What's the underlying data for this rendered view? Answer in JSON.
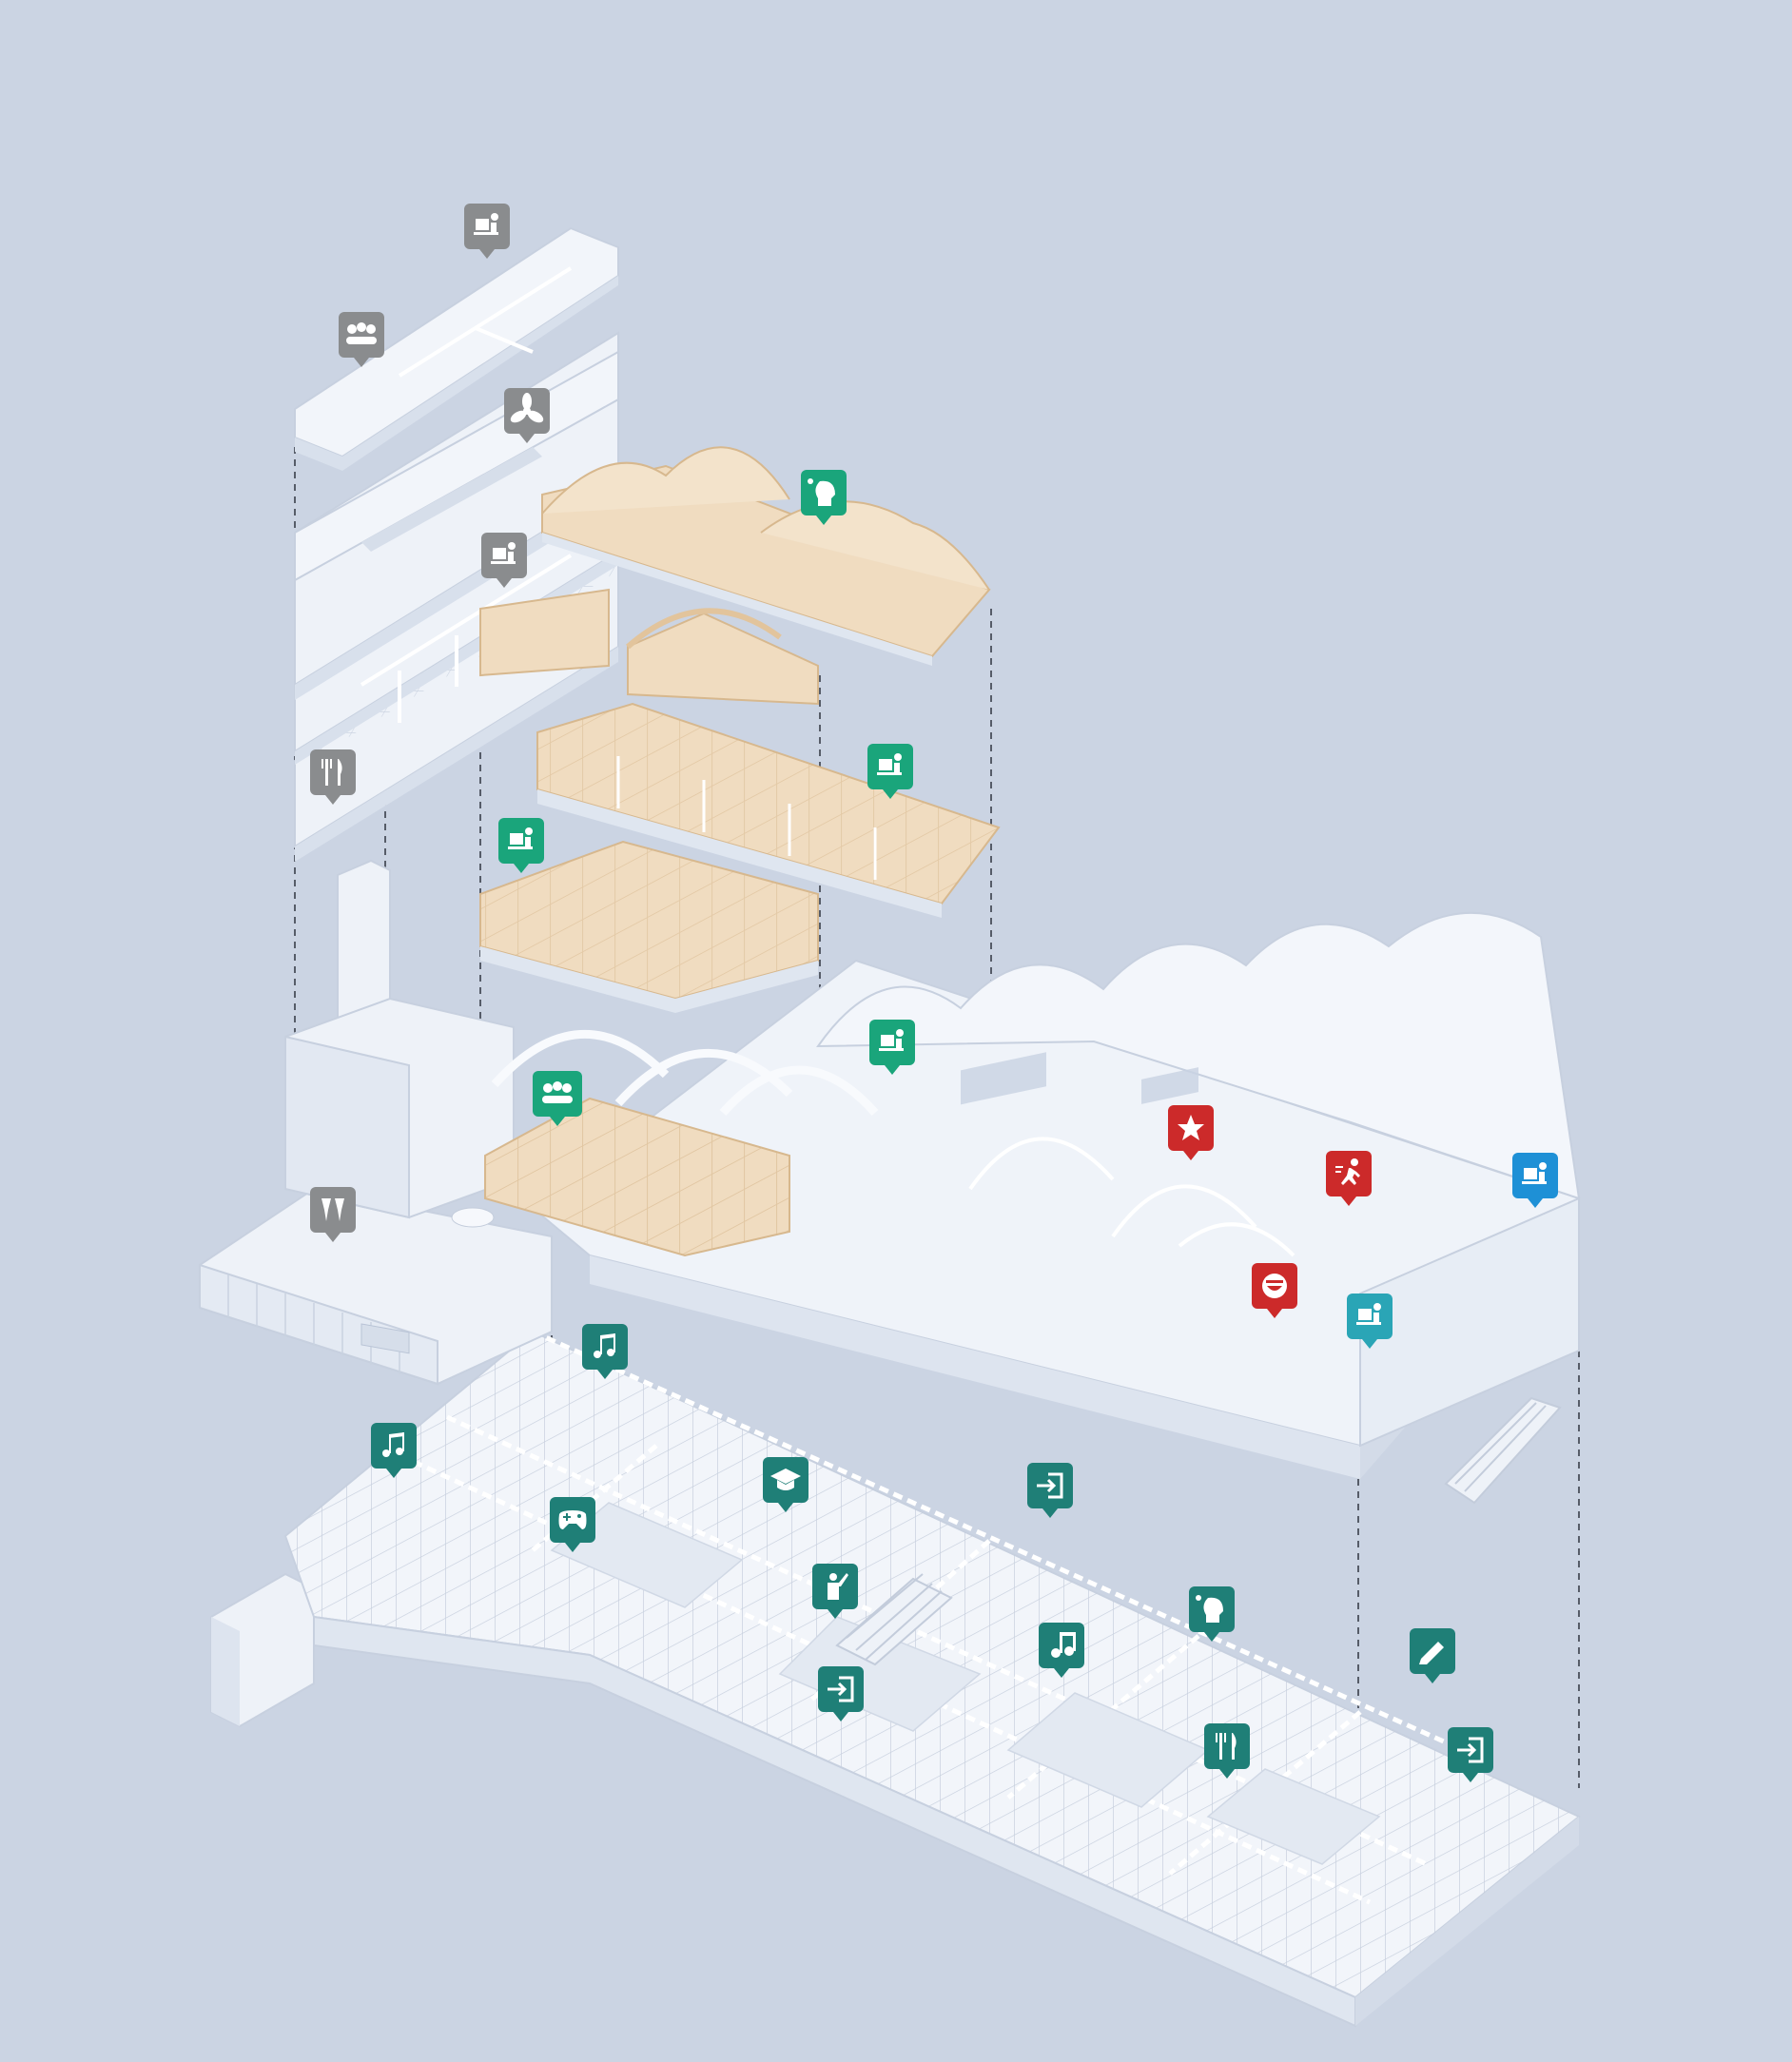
{
  "colors": {
    "background": "#cbd4e3",
    "floor_top": "#f4f7fc",
    "floor_side_left": "#e2e8f2",
    "floor_side_right": "#d8e0ec",
    "room_fill": "#e8edf5",
    "room_line": "#b9c4d6",
    "wood": "#f0dcc0",
    "wood_dark": "#e2c49c",
    "guide_line": "#3a3f4a",
    "pin_gray": "#8a8c8e",
    "pin_green": "#1aa57b",
    "pin_teal": "#1f7f77",
    "pin_red": "#cc2a2a",
    "pin_cyan": "#2aa5b6",
    "pin_blue": "#1e90d6",
    "pin_glyph": "#ffffff"
  },
  "diagram": {
    "upper_stack": {
      "levels": [
        "roof-office-floor",
        "mechanical-floor",
        "office-floor",
        "office-floor-lower",
        "canteen-floor"
      ],
      "pins": [
        {
          "icon": "workstation-icon",
          "category": "gray"
        },
        {
          "icon": "meeting-group-icon",
          "category": "gray"
        },
        {
          "icon": "ventilation-fan-icon",
          "category": "gray"
        },
        {
          "icon": "workstation-icon",
          "category": "gray"
        },
        {
          "icon": "dining-cutlery-icon",
          "category": "gray"
        },
        {
          "icon": "toast-drinks-icon",
          "category": "gray"
        }
      ]
    },
    "vaulted_stack": {
      "levels": [
        "vaulted-roof-floor",
        "small-vault-floor",
        "studio-floor",
        "workshop-floor"
      ],
      "pins": [
        {
          "icon": "idea-head-icon",
          "category": "green"
        },
        {
          "icon": "workstation-icon",
          "category": "green"
        },
        {
          "icon": "workstation-icon",
          "category": "green"
        },
        {
          "icon": "workstation-icon",
          "category": "green"
        },
        {
          "icon": "meeting-group-icon",
          "category": "green"
        }
      ]
    },
    "ground_floor": {
      "pins": [
        {
          "icon": "star-icon",
          "category": "red"
        },
        {
          "icon": "running-person-icon",
          "category": "red"
        },
        {
          "icon": "smiling-face-icon",
          "category": "red"
        },
        {
          "icon": "workstation-icon",
          "category": "blue"
        },
        {
          "icon": "workstation-icon",
          "category": "cyan"
        }
      ]
    },
    "basement_floor": {
      "pins": [
        {
          "icon": "music-notes-icon",
          "category": "teal"
        },
        {
          "icon": "music-notes-icon",
          "category": "teal"
        },
        {
          "icon": "graduation-cap-icon",
          "category": "teal"
        },
        {
          "icon": "game-controller-icon",
          "category": "teal"
        },
        {
          "icon": "entrance-icon",
          "category": "teal"
        },
        {
          "icon": "presenter-icon",
          "category": "teal"
        },
        {
          "icon": "idea-head-icon",
          "category": "teal"
        },
        {
          "icon": "music-note-icon",
          "category": "teal"
        },
        {
          "icon": "pencil-icon",
          "category": "teal"
        },
        {
          "icon": "entrance-icon",
          "category": "teal"
        },
        {
          "icon": "dining-cutlery-icon",
          "category": "teal"
        },
        {
          "icon": "entrance-icon",
          "category": "teal"
        }
      ]
    }
  }
}
